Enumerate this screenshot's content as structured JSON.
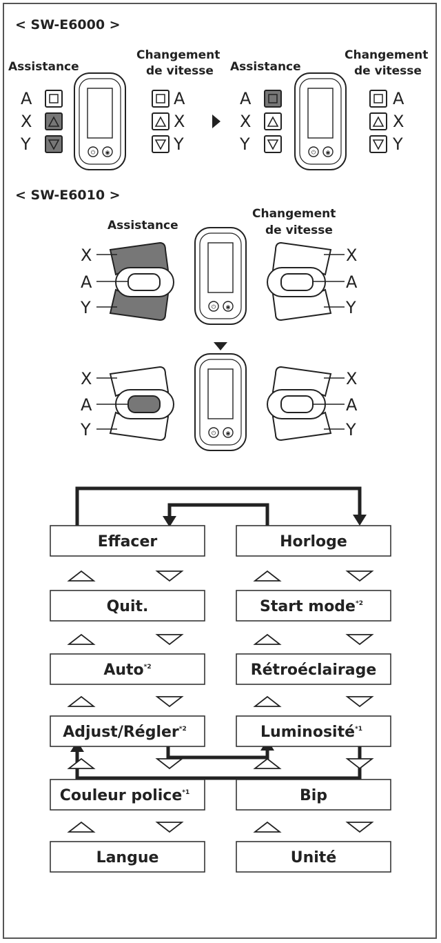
{
  "sections": {
    "sw_e6000": "< SW-E6000 >",
    "sw_e6010": "< SW-E6010 >"
  },
  "labels": {
    "assist": "Assistance",
    "shift_line1": "Changement",
    "shift_line2": "de vitesse",
    "btn_a": "A",
    "btn_x": "X",
    "btn_y": "Y"
  },
  "menu": {
    "left": [
      {
        "label": "Effacer",
        "note": ""
      },
      {
        "label": "Quit.",
        "note": ""
      },
      {
        "label": "Auto",
        "note": "*2"
      },
      {
        "label": "Adjust/Régler",
        "note": "*2"
      },
      {
        "label": "Couleur police",
        "note": "*1"
      },
      {
        "label": "Langue",
        "note": ""
      }
    ],
    "right": [
      {
        "label": "Horloge",
        "note": ""
      },
      {
        "label": "Start mode",
        "note": "*2"
      },
      {
        "label": "Rétroéclairage",
        "note": ""
      },
      {
        "label": "Luminosité",
        "note": "*1"
      },
      {
        "label": "Bip",
        "note": ""
      },
      {
        "label": "Unité",
        "note": ""
      }
    ]
  },
  "colors": {
    "highlight": "#777777",
    "line": "#222222"
  }
}
